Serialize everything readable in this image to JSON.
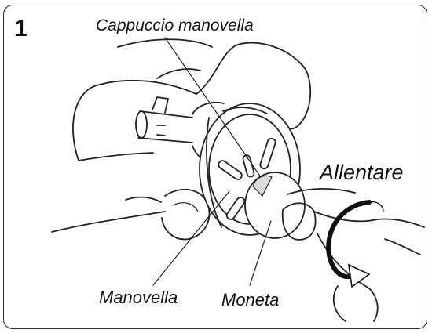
{
  "figure": {
    "step_number": "1",
    "labels": {
      "crank_cap": "Cappuccio manovella",
      "loosen": "Allentare",
      "crank": "Manovella",
      "coin": "Moneta"
    },
    "colors": {
      "line": "#222222",
      "arrow": "#111111",
      "coin_fill": "#dcdcdc"
    }
  }
}
